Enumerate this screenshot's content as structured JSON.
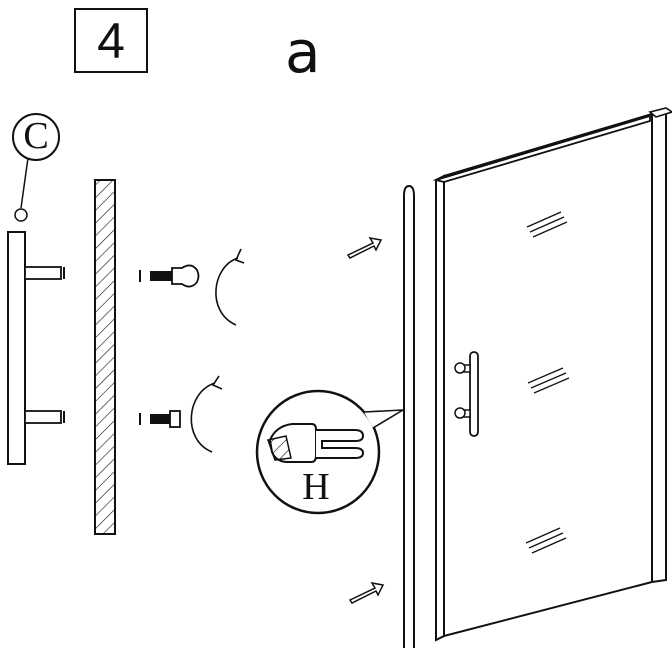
{
  "step": {
    "number": "4"
  },
  "variant": {
    "label": "a"
  },
  "parts": {
    "handle": {
      "label": "C"
    },
    "seal": {
      "label": "H"
    }
  },
  "icons": [
    "handle-icon",
    "glass-panel-icon",
    "screw-icon",
    "rotate-arrow-icon",
    "insert-arrow-icon",
    "seal-profile-icon",
    "door-icon"
  ],
  "colors": {
    "line": "#111111",
    "background": "#ffffff"
  }
}
